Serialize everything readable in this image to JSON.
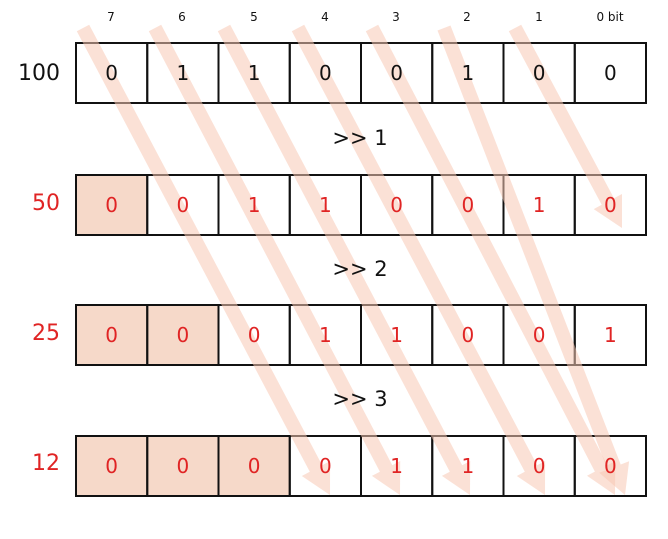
{
  "colors": {
    "black": "#111111",
    "red": "#e02424",
    "shade": "#f6d9c9",
    "arrow": "#f7c9b4"
  },
  "bit_labels": [
    "7",
    "6",
    "5",
    "4",
    "3",
    "2",
    "1",
    "0 bit"
  ],
  "rows": [
    {
      "label": "100",
      "label_color": "black",
      "values": [
        "0",
        "1",
        "1",
        "0",
        "0",
        "1",
        "0",
        "0"
      ],
      "shaded": 0,
      "text_color": "black"
    },
    {
      "label": "50",
      "label_color": "red",
      "values": [
        "0",
        "0",
        "1",
        "1",
        "0",
        "0",
        "1",
        "0"
      ],
      "shaded": 1,
      "text_color": "red"
    },
    {
      "label": "25",
      "label_color": "red",
      "values": [
        "0",
        "0",
        "0",
        "1",
        "1",
        "0",
        "0",
        "1"
      ],
      "shaded": 2,
      "text_color": "red"
    },
    {
      "label": "12",
      "label_color": "red",
      "values": [
        "0",
        "0",
        "0",
        "0",
        "1",
        "1",
        "0",
        "0"
      ],
      "shaded": 3,
      "text_color": "red"
    }
  ],
  "operations": [
    ">> 1",
    ">> 2",
    ">> 3"
  ]
}
